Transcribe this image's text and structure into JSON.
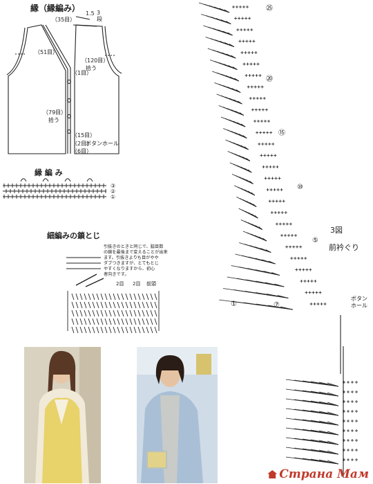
{
  "top_diagram": {
    "title": "縁（縁編み）",
    "top_width": "（35目）",
    "top_dim1": "1.5",
    "top_dim2": "3",
    "top_dim2_unit": "段",
    "left_rows": "（51目）",
    "right_rows": "（120目）",
    "right_rows_2": "拾う",
    "center_count": "（1目）",
    "front_count": "（79目）",
    "front_count_2": "拾う",
    "bottom_count_1": "（15目）",
    "bottom_count_2": "（2目）",
    "buttonhole": "ボタンホール",
    "bottom_count_3": "（6目）"
  },
  "edging": {
    "title": "縁 編 み",
    "row_labels": [
      "③",
      "②",
      "①"
    ]
  },
  "seam": {
    "title": "細編みの鎖とじ",
    "note_lines": [
      "引抜きのときと同じで、脇目数",
      "の鎖を最後まで変えることが出来",
      "ます。引抜きよりも目がやや",
      "ダブつきますが、とてもとじ",
      "やすくなりますから、初心",
      "者向きです。"
    ],
    "label_1": "2目",
    "label_2": "2目",
    "label_3": "前頭"
  },
  "right_chart": {
    "figure_number": "3図",
    "figure_caption": "前衿ぐり",
    "row_markers": [
      "㉕",
      "⑳",
      "⑮",
      "⑩",
      "⑤",
      "①",
      "⑦"
    ],
    "button_label": "ボタン",
    "button_label_2": "ホール"
  },
  "watermark": {
    "text": "Страна Мам"
  },
  "colors": {
    "ink": "#222222",
    "vest_yellow": "#e8d26a",
    "watermark_red": "#c0392b"
  }
}
